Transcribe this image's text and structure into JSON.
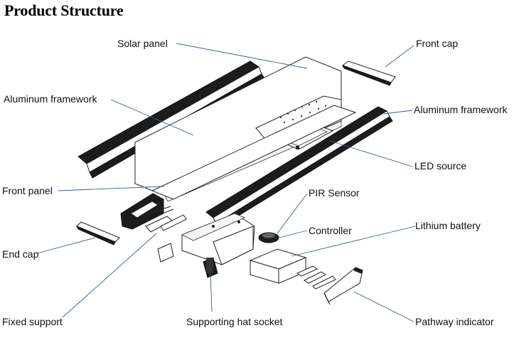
{
  "title": "Product Structure",
  "labels": {
    "solar_panel": "Solar panel",
    "front_cap": "Front cap",
    "aluminum_framework_left": "Aluminum framework",
    "aluminum_framework_right": "Aluminum framework",
    "led_source": "LED source",
    "front_panel": "Front panel",
    "pir_sensor": "PIR Sensor",
    "controller": "Controller",
    "lithium_battery": "Lithium battery",
    "end_cap": "End cap",
    "fixed_support": "Fixed support",
    "supporting_hat_socket": "Supporting hat socket",
    "pathway_indicator": "Pathway indicator"
  }
}
